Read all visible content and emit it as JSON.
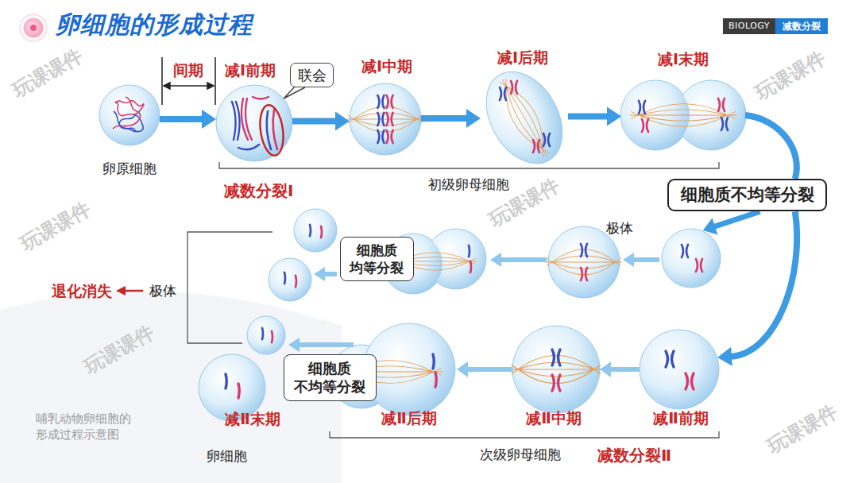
{
  "diagram": {
    "title": "卵细胞的形成过程",
    "caption": "哺乳动物卵细胞的 形成过程示意图",
    "nodes": [
      {
        "text": [
          "卵原细胞"
        ]
      },
      {
        "text": [
          "减Ⅰ前期"
        ]
      },
      {
        "text": [
          "联会"
        ]
      },
      {
        "text": [
          "减Ⅰ中期"
        ]
      },
      {
        "text": [
          "减Ⅰ后期"
        ]
      },
      {
        "text": [
          "减Ⅰ末期"
        ]
      },
      {
        "text": [
          "细胞质不均等分裂"
        ]
      },
      {
        "text": [
          "极体"
        ]
      },
      {
        "text": [
          "细胞质 均等分裂"
        ]
      },
      {
        "text": [
          "减Ⅱ前期"
        ]
      },
      {
        "text": [
          "减Ⅱ中期"
        ]
      },
      {
        "text": [
          "减Ⅱ后期"
        ]
      },
      {
        "text": [
          "细胞质 不均等分裂"
        ]
      },
      {
        "text": [
          "减Ⅱ末期",
          "卵细胞"
        ]
      }
    ],
    "edges": [
      {
        "from": 0,
        "to": 1,
        "arrow": "to"
      },
      {
        "from": 1,
        "to": 3,
        "arrow": "to"
      },
      {
        "from": 3,
        "to": 4,
        "arrow": "to"
      },
      {
        "from": 4,
        "to": 5,
        "arrow": "to"
      },
      {
        "from": 5,
        "to": 6,
        "arrow": "none"
      },
      {
        "from": 6,
        "to": 7,
        "arrow": "to"
      },
      {
        "from": 6,
        "to": 9,
        "arrow": "to"
      },
      {
        "from": 9,
        "to": 10,
        "arrow": "to"
      },
      {
        "from": 10,
        "to": 11,
        "arrow": "to"
      }
    ],
    "labels": [
      "BIOLOGY",
      "减数分裂",
      "间期",
      "减数分裂Ⅰ",
      "初级卵母细胞",
      "极体",
      "退化消失",
      "次级卵母细胞",
      "减数分裂Ⅱ",
      "玩课课件",
      "玩课课件",
      "玩课课件",
      "玩课课件",
      "玩课课件",
      "玩课课件"
    ]
  }
}
